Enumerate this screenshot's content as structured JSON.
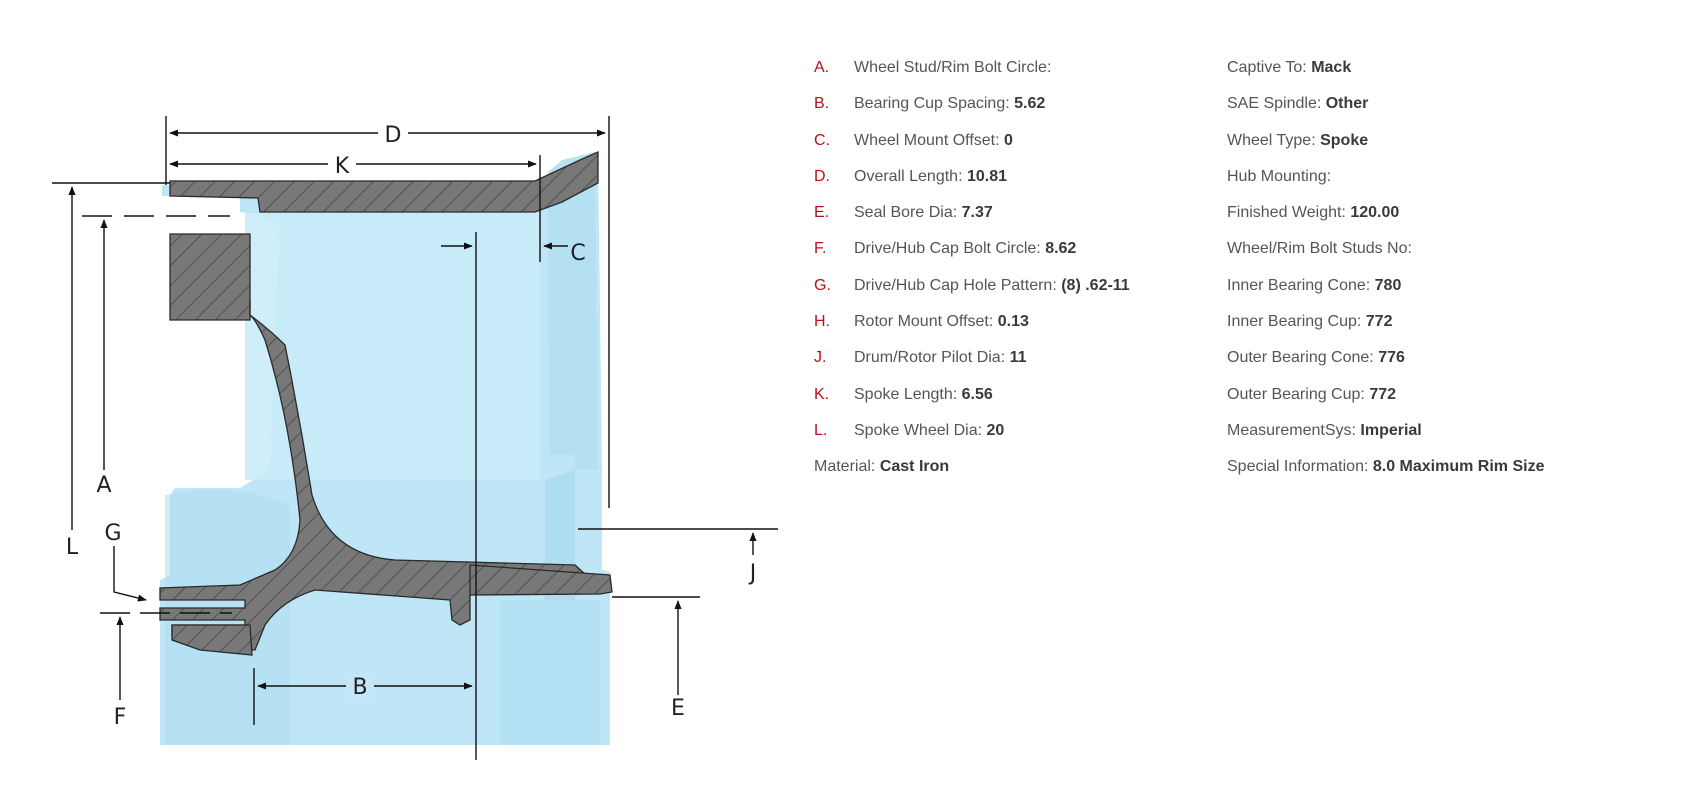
{
  "diagram": {
    "dimension_labels": {
      "a": "A",
      "b": "B",
      "c": "C",
      "d": "D",
      "e": "E",
      "f": "F",
      "g": "G",
      "j": "J",
      "k": "K",
      "l": "L"
    }
  },
  "specs_left": [
    {
      "letter": "A.",
      "label": "Wheel Stud/Rim Bolt Circle:",
      "value": ""
    },
    {
      "letter": "B.",
      "label": "Bearing Cup Spacing:",
      "value": "5.62"
    },
    {
      "letter": "C.",
      "label": "Wheel Mount Offset:",
      "value": "0"
    },
    {
      "letter": "D.",
      "label": "Overall Length:",
      "value": "10.81"
    },
    {
      "letter": "E.",
      "label": "Seal Bore Dia:",
      "value": "7.37"
    },
    {
      "letter": "F.",
      "label": "Drive/Hub Cap Bolt Circle:",
      "value": "8.62"
    },
    {
      "letter": "G.",
      "label": "Drive/Hub Cap Hole Pattern:",
      "value": "(8) .62-11"
    },
    {
      "letter": "H.",
      "label": "Rotor Mount Offset:",
      "value": "0.13"
    },
    {
      "letter": "J.",
      "label": "Drum/Rotor Pilot Dia:",
      "value": "11"
    },
    {
      "letter": "K.",
      "label": "Spoke Length:",
      "value": "6.56"
    },
    {
      "letter": "L.",
      "label": "Spoke Wheel Dia:",
      "value": "20"
    }
  ],
  "material": {
    "label": "Material:",
    "value": "Cast Iron"
  },
  "specs_right": [
    {
      "label": "Captive To:",
      "value": "Mack"
    },
    {
      "label": "SAE Spindle:",
      "value": "Other"
    },
    {
      "label": "Wheel Type:",
      "value": "Spoke"
    },
    {
      "label": "Hub Mounting:",
      "value": ""
    },
    {
      "label": "Finished Weight:",
      "value": "120.00"
    },
    {
      "label": "Wheel/Rim Bolt Studs No:",
      "value": ""
    },
    {
      "label": "Inner Bearing Cone:",
      "value": "780"
    },
    {
      "label": "Inner Bearing Cup:",
      "value": "772"
    },
    {
      "label": "Outer Bearing Cone:",
      "value": "776"
    },
    {
      "label": "Outer Bearing Cup:",
      "value": "772"
    },
    {
      "label": "MeasurementSys:",
      "value": "Imperial"
    },
    {
      "label": "Special Information:",
      "value": "8.0 Maximum Rim Size"
    }
  ],
  "colors": {
    "letter_accent": "#b5121b",
    "hub_body": "#bfe6f6",
    "cross_section": "#777777",
    "dimension_line": "#111111"
  }
}
